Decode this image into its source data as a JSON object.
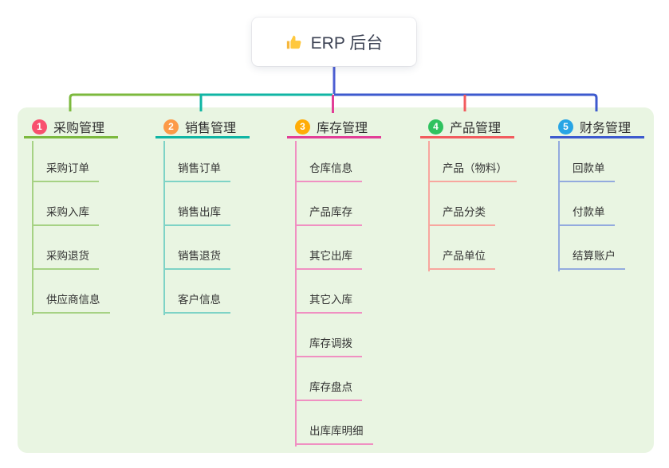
{
  "root": {
    "icon": "thumbs-up",
    "label": "ERP 后台",
    "line_color": "#4d5fd3"
  },
  "panel_color": "#e9f5e2",
  "branches": [
    {
      "num": "1",
      "label": "采购管理",
      "badge_color": "#f8506e",
      "color_main": "#7cb93e",
      "color_light": "#a6d284",
      "children": [
        "采购订单",
        "采购入库",
        "采购退货",
        "供应商信息"
      ]
    },
    {
      "num": "2",
      "label": "销售管理",
      "badge_color": "#fc9a48",
      "color_main": "#10b5a4",
      "color_light": "#7ed3c6",
      "children": [
        "销售订单",
        "销售出库",
        "销售退货",
        "客户信息"
      ]
    },
    {
      "num": "3",
      "label": "库存管理",
      "badge_color": "#ffac07",
      "color_main": "#e23e97",
      "color_light": "#f090c2",
      "children": [
        "仓库信息",
        "产品库存",
        "其它出库",
        "其它入库",
        "库存调拨",
        "库存盘点",
        "出库库明细"
      ]
    },
    {
      "num": "4",
      "label": "产品管理",
      "badge_color": "#2fc25f",
      "color_main": "#f25b5e",
      "color_light": "#f8a69e",
      "children": [
        "产品（物料）",
        "产品分类",
        "产品单位"
      ]
    },
    {
      "num": "5",
      "label": "财务管理",
      "badge_color": "#28a5e5",
      "color_main": "#3d5ace",
      "color_light": "#93aade",
      "children": [
        "回款单",
        "付款单",
        "结算账户"
      ]
    }
  ]
}
